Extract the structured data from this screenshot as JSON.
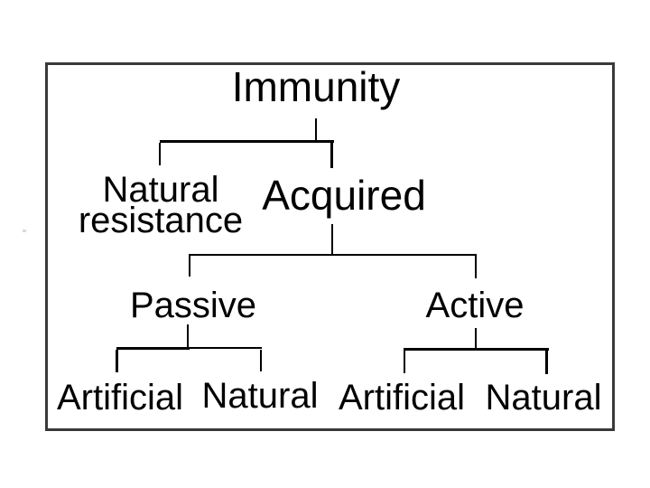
{
  "page": {
    "background_color": "#ffffff"
  },
  "diagram": {
    "type": "tree",
    "frame_border_color": "#3a3a3a",
    "line_color": "#000000",
    "text_color": "#000000",
    "nodes": {
      "immunity": {
        "label": "Immunity"
      },
      "natural_resistance": {
        "label": "Natural\nresistance"
      },
      "acquired": {
        "label": "Acquired"
      },
      "passive": {
        "label": "Passive"
      },
      "active": {
        "label": "Active"
      },
      "passive_artificial": {
        "label": "Artificial"
      },
      "passive_natural": {
        "label": "Natural"
      },
      "active_artificial": {
        "label": "Artificial"
      },
      "active_natural": {
        "label": "Natural"
      }
    },
    "hierarchy": [
      {
        "parent": "Immunity",
        "children": [
          "Natural resistance",
          "Acquired"
        ]
      },
      {
        "parent": "Acquired",
        "children": [
          "Passive",
          "Active"
        ]
      },
      {
        "parent": "Passive",
        "children": [
          "Artificial",
          "Natural"
        ]
      },
      {
        "parent": "Active",
        "children": [
          "Artificial",
          "Natural"
        ]
      }
    ]
  }
}
